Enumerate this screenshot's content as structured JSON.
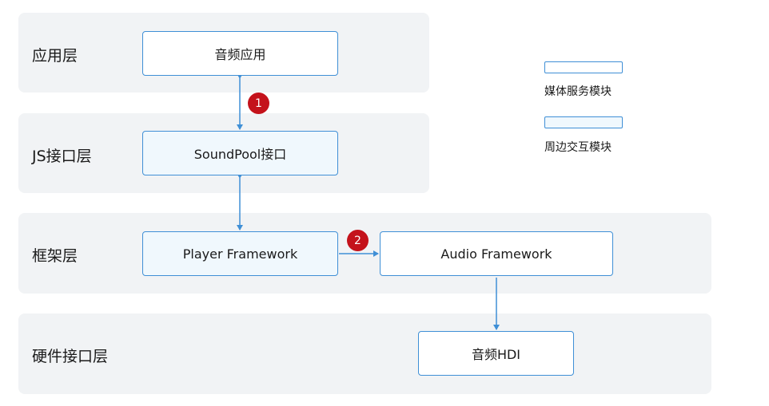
{
  "layers": {
    "app": "应用层",
    "js": "JS接口层",
    "framework": "框架层",
    "hardware": "硬件接口层"
  },
  "modules": {
    "audio_app": "音频应用",
    "soundpool": "SoundPool接口",
    "player_framework": "Player Framework",
    "audio_framework": "Audio Framework",
    "audio_hdi": "音频HDI"
  },
  "badges": {
    "step1": "1",
    "step2": "2"
  },
  "legend": {
    "media_service": "媒体服务模块",
    "peripheral": "周边交互模块"
  },
  "colors": {
    "accent": "#3f8fd6",
    "badge": "#c4121b",
    "layer_bg": "#f1f3f5",
    "peripheral_fill": "#f0f8fd"
  }
}
